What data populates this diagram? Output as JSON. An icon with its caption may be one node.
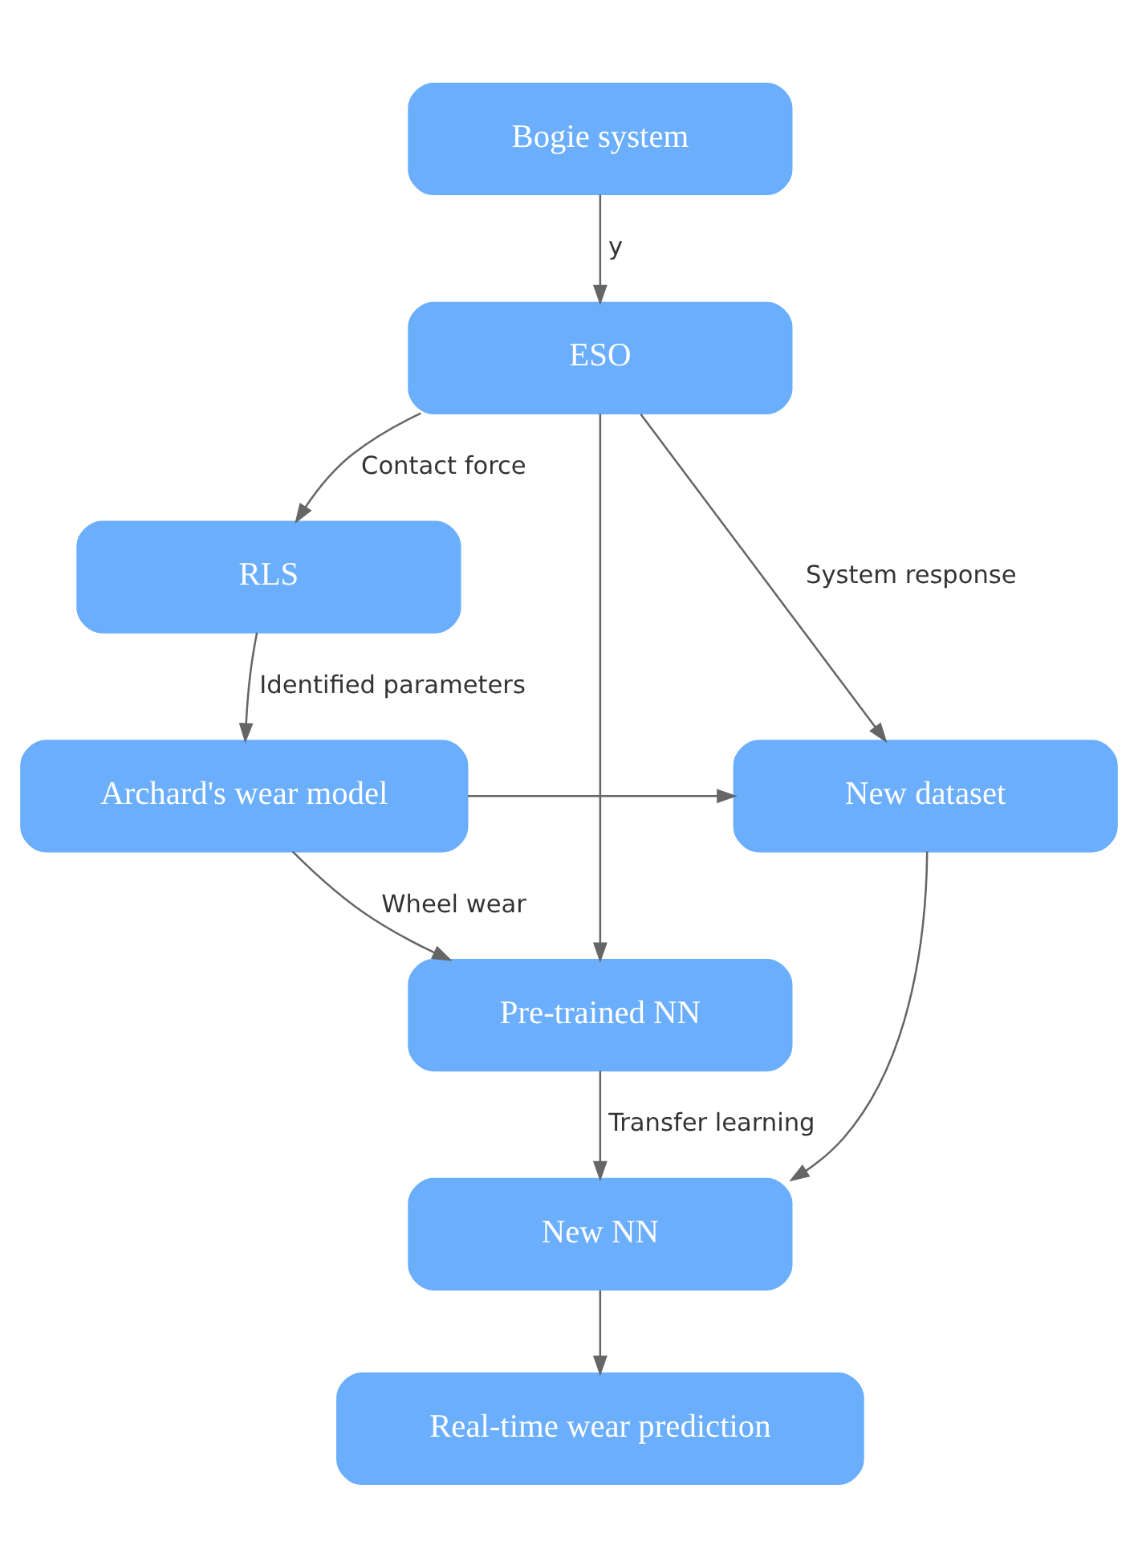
{
  "diagram": {
    "nodes": [
      {
        "text": [
          "Bogie system"
        ]
      },
      {
        "text": [
          "ESO"
        ]
      },
      {
        "text": [
          "RLS"
        ]
      },
      {
        "text": [
          "Archard's wear model"
        ]
      },
      {
        "text": [
          "New dataset"
        ]
      },
      {
        "text": [
          "Pre-trained NN"
        ]
      },
      {
        "text": [
          "New NN"
        ]
      },
      {
        "text": [
          "Real-time wear prediction"
        ]
      }
    ],
    "edges": [
      {
        "from": 0,
        "to": 1,
        "arrow": "to",
        "label": "y"
      },
      {
        "from": 1,
        "to": 2,
        "arrow": "to",
        "label": "Contact force"
      },
      {
        "from": 2,
        "to": 3,
        "arrow": "to",
        "label": "Identified parameters"
      },
      {
        "from": 3,
        "to": 5,
        "arrow": "to",
        "label": "Wheel wear"
      },
      {
        "from": 1,
        "to": 4,
        "arrow": "to",
        "label": "System response"
      },
      {
        "from": 3,
        "to": 4,
        "arrow": "to"
      },
      {
        "from": 1,
        "to": 5,
        "arrow": "to"
      },
      {
        "from": 5,
        "to": 6,
        "arrow": "to",
        "label": "Transfer learning"
      },
      {
        "from": 4,
        "to": 6,
        "arrow": "to"
      },
      {
        "from": 6,
        "to": 7,
        "arrow": "to"
      }
    ]
  }
}
